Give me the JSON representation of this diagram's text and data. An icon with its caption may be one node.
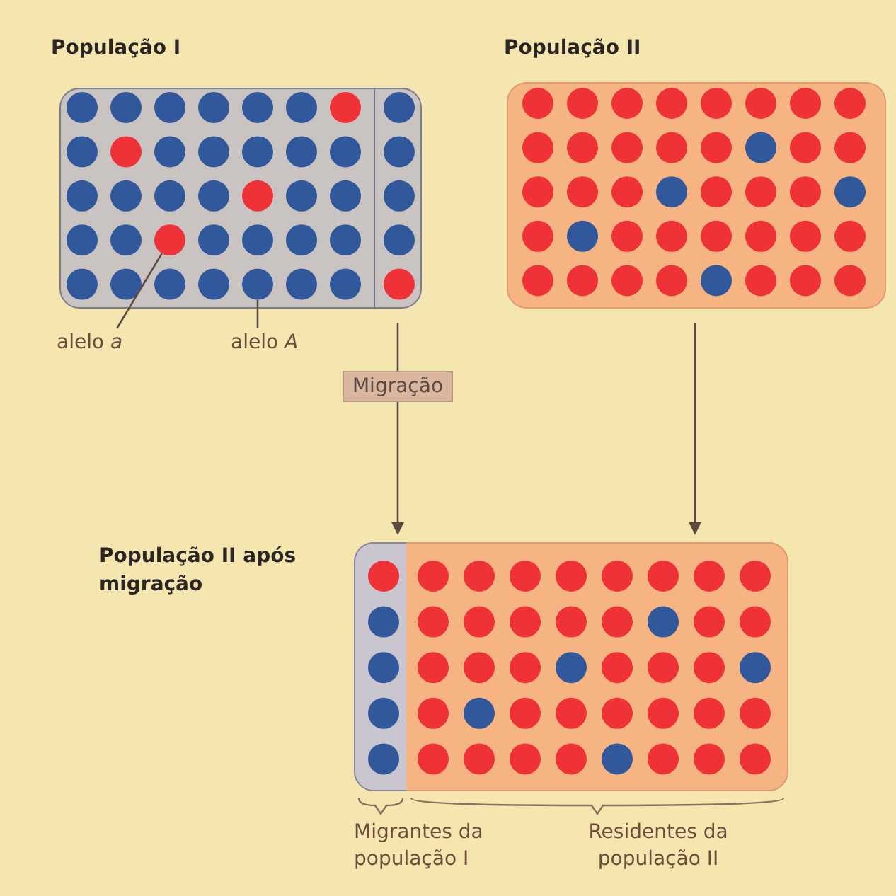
{
  "diagram": {
    "nodes": [
      {
        "text": [
          "População I"
        ]
      },
      {
        "text": [],
        "shape": "box",
        "in": 0
      },
      {
        "text": [
          "População II"
        ]
      },
      {
        "text": [
          "alelo *a*"
        ]
      },
      {
        "text": [
          "alelo *A*"
        ]
      },
      {
        "text": [
          "População II após migração"
        ]
      },
      {
        "text": [],
        "shape": "box",
        "in": 5,
        "beside": [
          "Migrantes da população I"
        ]
      },
      {
        "text": [],
        "shape": "box",
        "in": 5,
        "beside": [
          "Residentes da população II"
        ]
      }
    ],
    "edges": [
      {
        "from": 3,
        "to": 0,
        "arrow": "none"
      },
      {
        "from": 4,
        "to": 0,
        "arrow": "none"
      },
      {
        "from": 1,
        "to": 6,
        "arrow": "to",
        "label": "Migração"
      },
      {
        "from": 2,
        "to": 7,
        "arrow": "to"
      }
    ]
  }
}
